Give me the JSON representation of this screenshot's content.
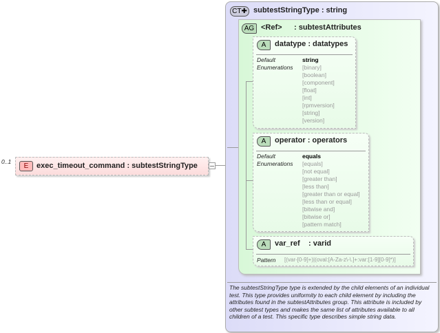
{
  "element": {
    "occurs": "0..1",
    "badge": "E",
    "name": "exec_timeout_command",
    "type": ": subtestStringType"
  },
  "complex_type": {
    "badge": "CT",
    "name": "subtestStringType",
    "base": ": string",
    "description": "The subtestStringType type is extended by the child elements of an individual test.  This type provides uniformity to each child element by including the attributes found in the subtestAttributes group.  This attribute is included by other subtest types and makes the same list of attributes available to all children of a test.  This specific type describes simple string data."
  },
  "attribute_group": {
    "badge": "AG",
    "ref": "<Ref>",
    "name": ": subtestAttributes"
  },
  "attributes": [
    {
      "badge": "A",
      "name": "datatype",
      "type": ": datatypes",
      "default_label": "Default",
      "default": "string",
      "enum_label": "Enumerations",
      "enumerations": [
        "[binary]",
        "[boolean]",
        "[component]",
        "[float]",
        "[int]",
        "[rpmversion]",
        "[string]",
        "[version]"
      ]
    },
    {
      "badge": "A",
      "name": "operator",
      "type": ": operators",
      "default_label": "Default",
      "default": "equals",
      "enum_label": "Enumerations",
      "enumerations": [
        "[equals]",
        "[not equal]",
        "[greater than]",
        "[less than]",
        "[greater than or equal]",
        "[less than or equal]",
        "[bitwise and]",
        "[bitwise or]",
        "[pattern match]"
      ]
    },
    {
      "badge": "A",
      "name": "var_ref",
      "type": ": varid",
      "pattern_label": "Pattern",
      "pattern": "[(var-[0-9]+)|(oval:[A-Za-z\\-\\.]+:var:[1-9][0-9]*)]"
    }
  ],
  "colors": {
    "element_bg": "#fde2e2",
    "ct_bg": "#e6e6fb",
    "ag_bg": "#e6fbe6"
  }
}
